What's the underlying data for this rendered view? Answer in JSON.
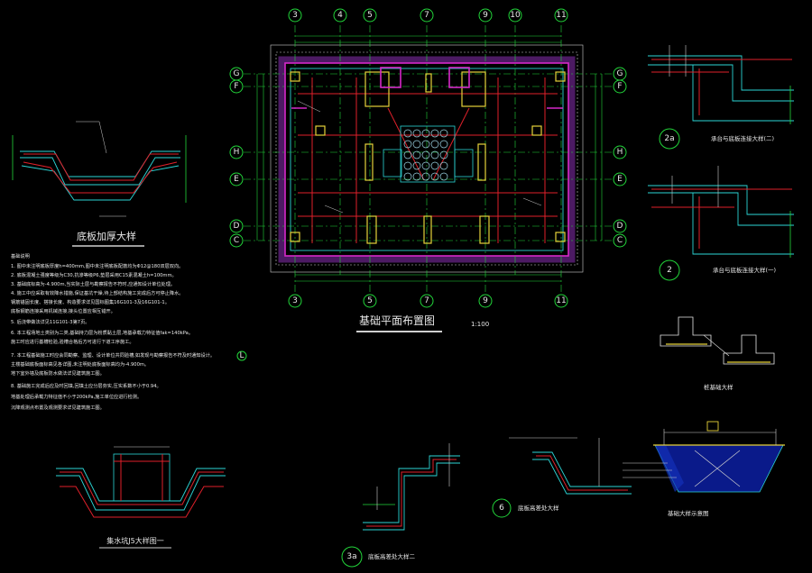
{
  "plan": {
    "title": "基础平面布置图",
    "scale": "1:100",
    "top_axes": [
      "3",
      "4",
      "5",
      "7",
      "9",
      "10",
      "11"
    ],
    "bottom_axes": [
      "3",
      "5",
      "7",
      "9",
      "11"
    ],
    "left_axes": [
      "G",
      "F",
      "H",
      "E",
      "D",
      "C"
    ],
    "right_axes": [
      "G",
      "F",
      "H",
      "E",
      "D",
      "C"
    ]
  },
  "details": {
    "slab_thickening": "底板加厚大样",
    "pit_j5": "集水坑J5大样图一",
    "detail_2a": "2a",
    "detail_2": "2",
    "detail_3a": "3a",
    "detail_6": "6",
    "detail_L": "L",
    "caption_2a": "承台与底板连接大样(二)",
    "caption_2": "承台与底板连接大样(一)",
    "caption_3a": "底板高差处大样二",
    "caption_6": "底板高差处大样",
    "caption_pile": "桩基础大样",
    "caption_foundation": "基础大样示意图"
  },
  "notes": {
    "heading": "基础说明",
    "lines": [
      "1. 图中未注明底板厚度h=400mm,图中未注明底板配筋均为Φ12@180双层双向。",
      "2. 底板混凝土强度等级为C30,抗渗等级P6,垫层采用C15素混凝土h=100mm。",
      "3. 基础底标高为-4.900m,当实际土层与勘察报告不符时,应通知设计单位处理。",
      "4. 施工中应采取有效降水措施,保证基坑干燥,待上部结构施工完成后方可停止降水。",
      "   钢筋锚固长度、搭接长度、构造要求详见国标图集16G101-3及16G101-1。",
      "   底板钢筋连接采用机械连接,接头位置应相互错开。",
      "5. 后浇带做法详见11G101-3第7页。",
      "6. 本工程场地土类别为二类,基础持力层为粉质黏土层,地基承载力特征值fak=140kPa。",
      "   施工时应进行基槽检验,验槽合格后方可进行下道工序施工。",
      "7. 本工程基础施工时应会同勘察、监理、设计单位共同验槽,如发现与勘察报告不符及时通知设计。",
      "   主楼基础底板面标高见各详图,未注明处底板面标高均为-4.900m。",
      "   地下室外墙及底板防水做法详见建筑施工图。",
      "8. 基础施工完成后应及时回填,回填土应分层夯实,压实系数不小于0.94。",
      "   地基处理后承载力特征值不小于200kPa,施工单位应进行检测。",
      "   沉降观测点布置及观测要求详见建筑施工图。"
    ]
  },
  "colors": {
    "axis": "#22d63a",
    "slab": "#2bd6d6",
    "rebar": "#e0202a",
    "boundary": "#d628c8",
    "column": "#e6d23a",
    "water": "#0a1a8a"
  }
}
